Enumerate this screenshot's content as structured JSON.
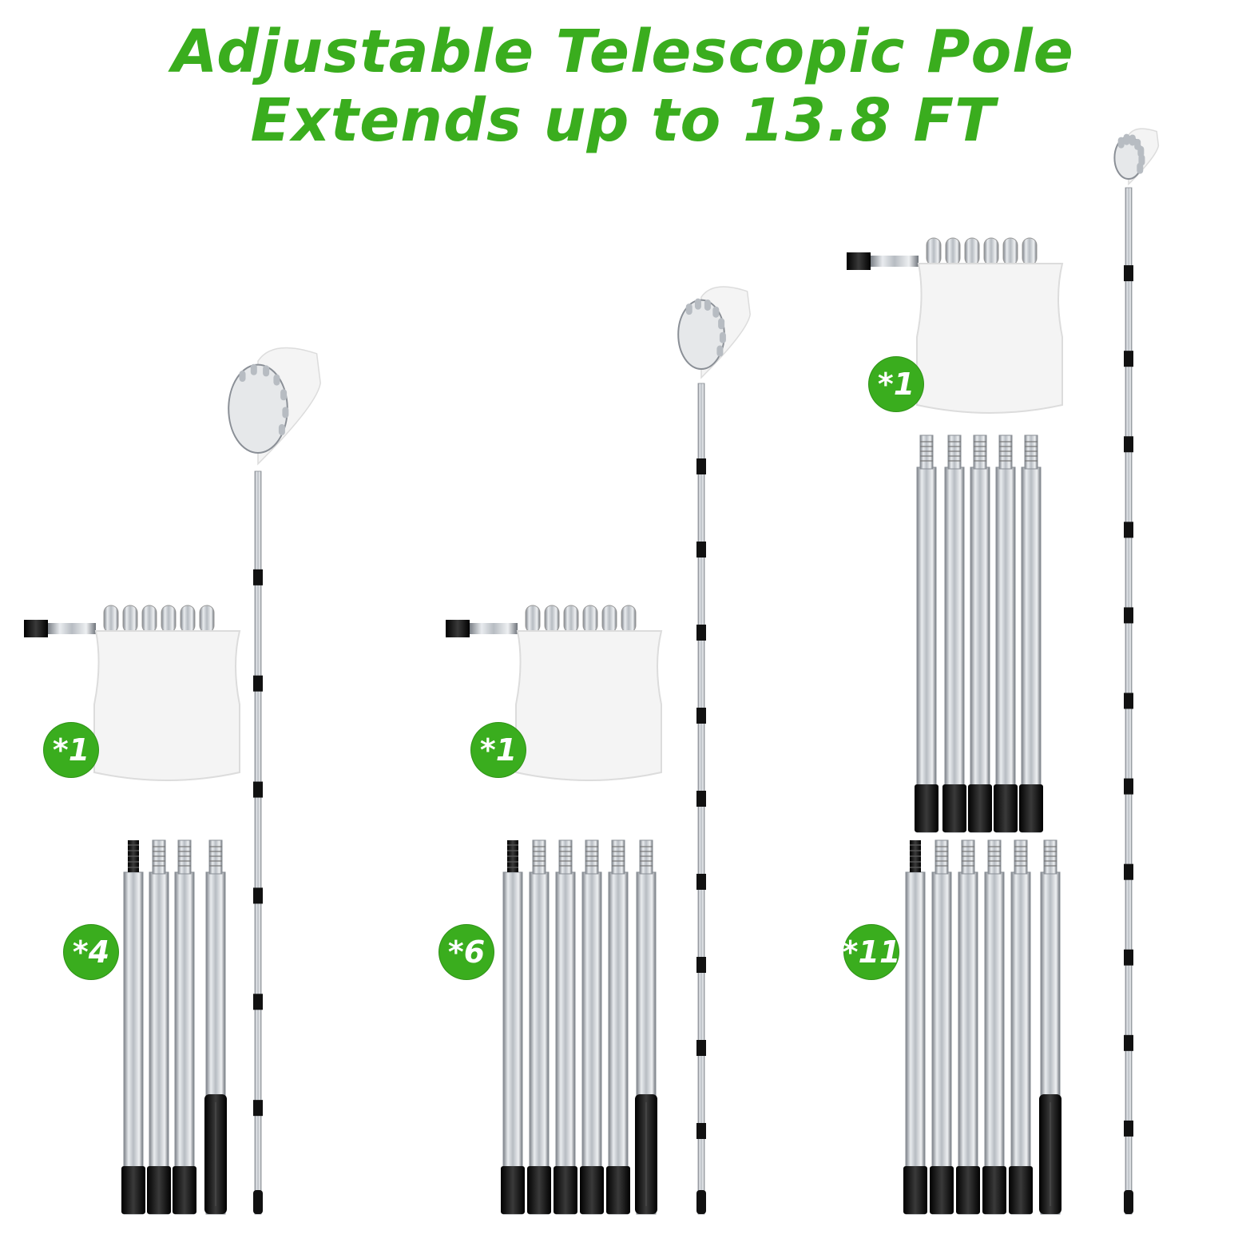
{
  "headline": {
    "line1": "Adjustable Telescopic Pole",
    "line2": "Extends up to 13.8 FT"
  },
  "groups": [
    {
      "basket_count_label": "*1",
      "pole_count_label": "*4",
      "pole_sections": 4
    },
    {
      "basket_count_label": "*1",
      "pole_count_label": "*6",
      "pole_sections": 6
    },
    {
      "basket_count_label": "*1",
      "pole_count_label": "*11",
      "pole_sections": 11
    }
  ],
  "colors": {
    "accent_green": "#3aad1e",
    "steel": "#c9cdd2",
    "grip_black": "#1a1a1a",
    "net_white": "#f4f4f4"
  }
}
